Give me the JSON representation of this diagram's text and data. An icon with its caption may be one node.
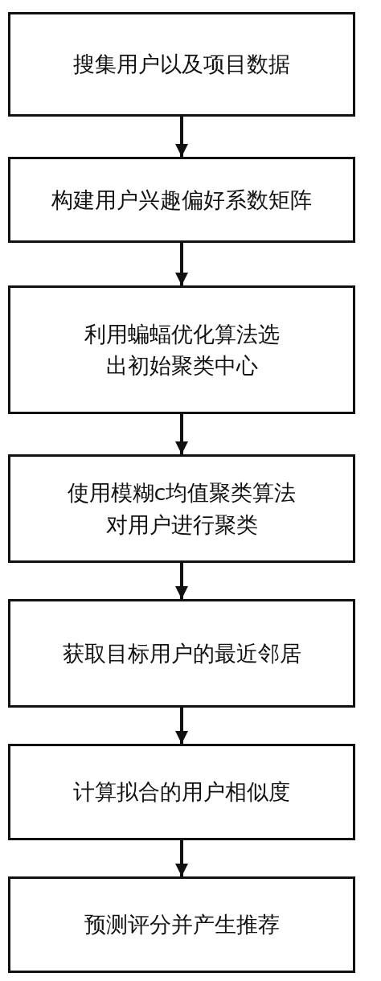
{
  "diagram": {
    "nodes": [
      {
        "text": [
          "搜集用户以及项目数据"
        ]
      },
      {
        "text": [
          "构建用户兴趣偏好系数矩阵"
        ]
      },
      {
        "text": [
          "利用蝙蝠优化算法选出初始聚类中心"
        ]
      },
      {
        "text": [
          "使用模糊c均值聚类算法对用户进行聚类"
        ]
      },
      {
        "text": [
          "获取目标用户的最近邻居"
        ]
      },
      {
        "text": [
          "计算拟合的用户相似度"
        ]
      },
      {
        "text": [
          "预测评分并产生推荐"
        ]
      }
    ],
    "edges": [
      {
        "from": 0,
        "to": 1,
        "arrow": "to"
      },
      {
        "from": 1,
        "to": 2,
        "arrow": "to"
      },
      {
        "from": 2,
        "to": 3,
        "arrow": "to"
      },
      {
        "from": 3,
        "to": 4,
        "arrow": "to"
      },
      {
        "from": 4,
        "to": 5,
        "arrow": "to"
      },
      {
        "from": 5,
        "to": 6,
        "arrow": "to"
      }
    ]
  }
}
